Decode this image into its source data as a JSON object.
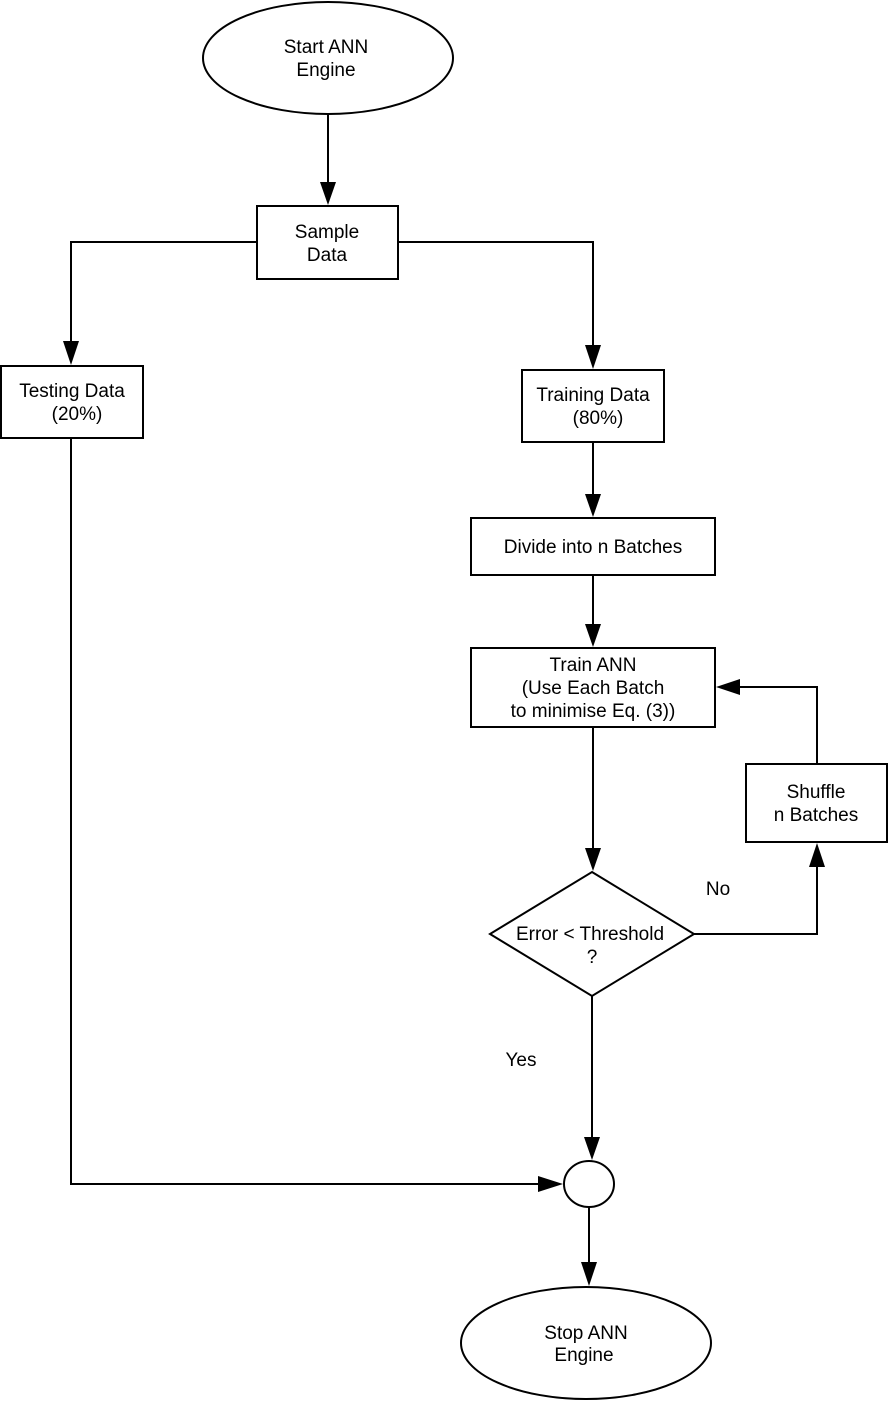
{
  "nodes": {
    "start": {
      "line1": "Start ANN",
      "line2": "Engine"
    },
    "sample": {
      "line1": "Sample",
      "line2": "Data"
    },
    "testing": {
      "line1": "Testing Data",
      "line2": "(20%)"
    },
    "training": {
      "line1": "Training Data",
      "line2": "(80%)"
    },
    "divide": {
      "line1": "Divide into n Batches"
    },
    "train": {
      "line1": "Train ANN",
      "line2": "(Use Each Batch",
      "line3": "to minimise Eq. (3))"
    },
    "shuffle": {
      "line1": "Shuffle",
      "line2": "n Batches"
    },
    "decision": {
      "line1": "Error < Threshold",
      "line2": "?"
    },
    "stop": {
      "line1": "Stop ANN",
      "line2": "Engine"
    }
  },
  "edges": {
    "no_label": "No",
    "yes_label": "Yes"
  },
  "colors": {
    "stroke": "#000000",
    "fill": "#ffffff"
  }
}
